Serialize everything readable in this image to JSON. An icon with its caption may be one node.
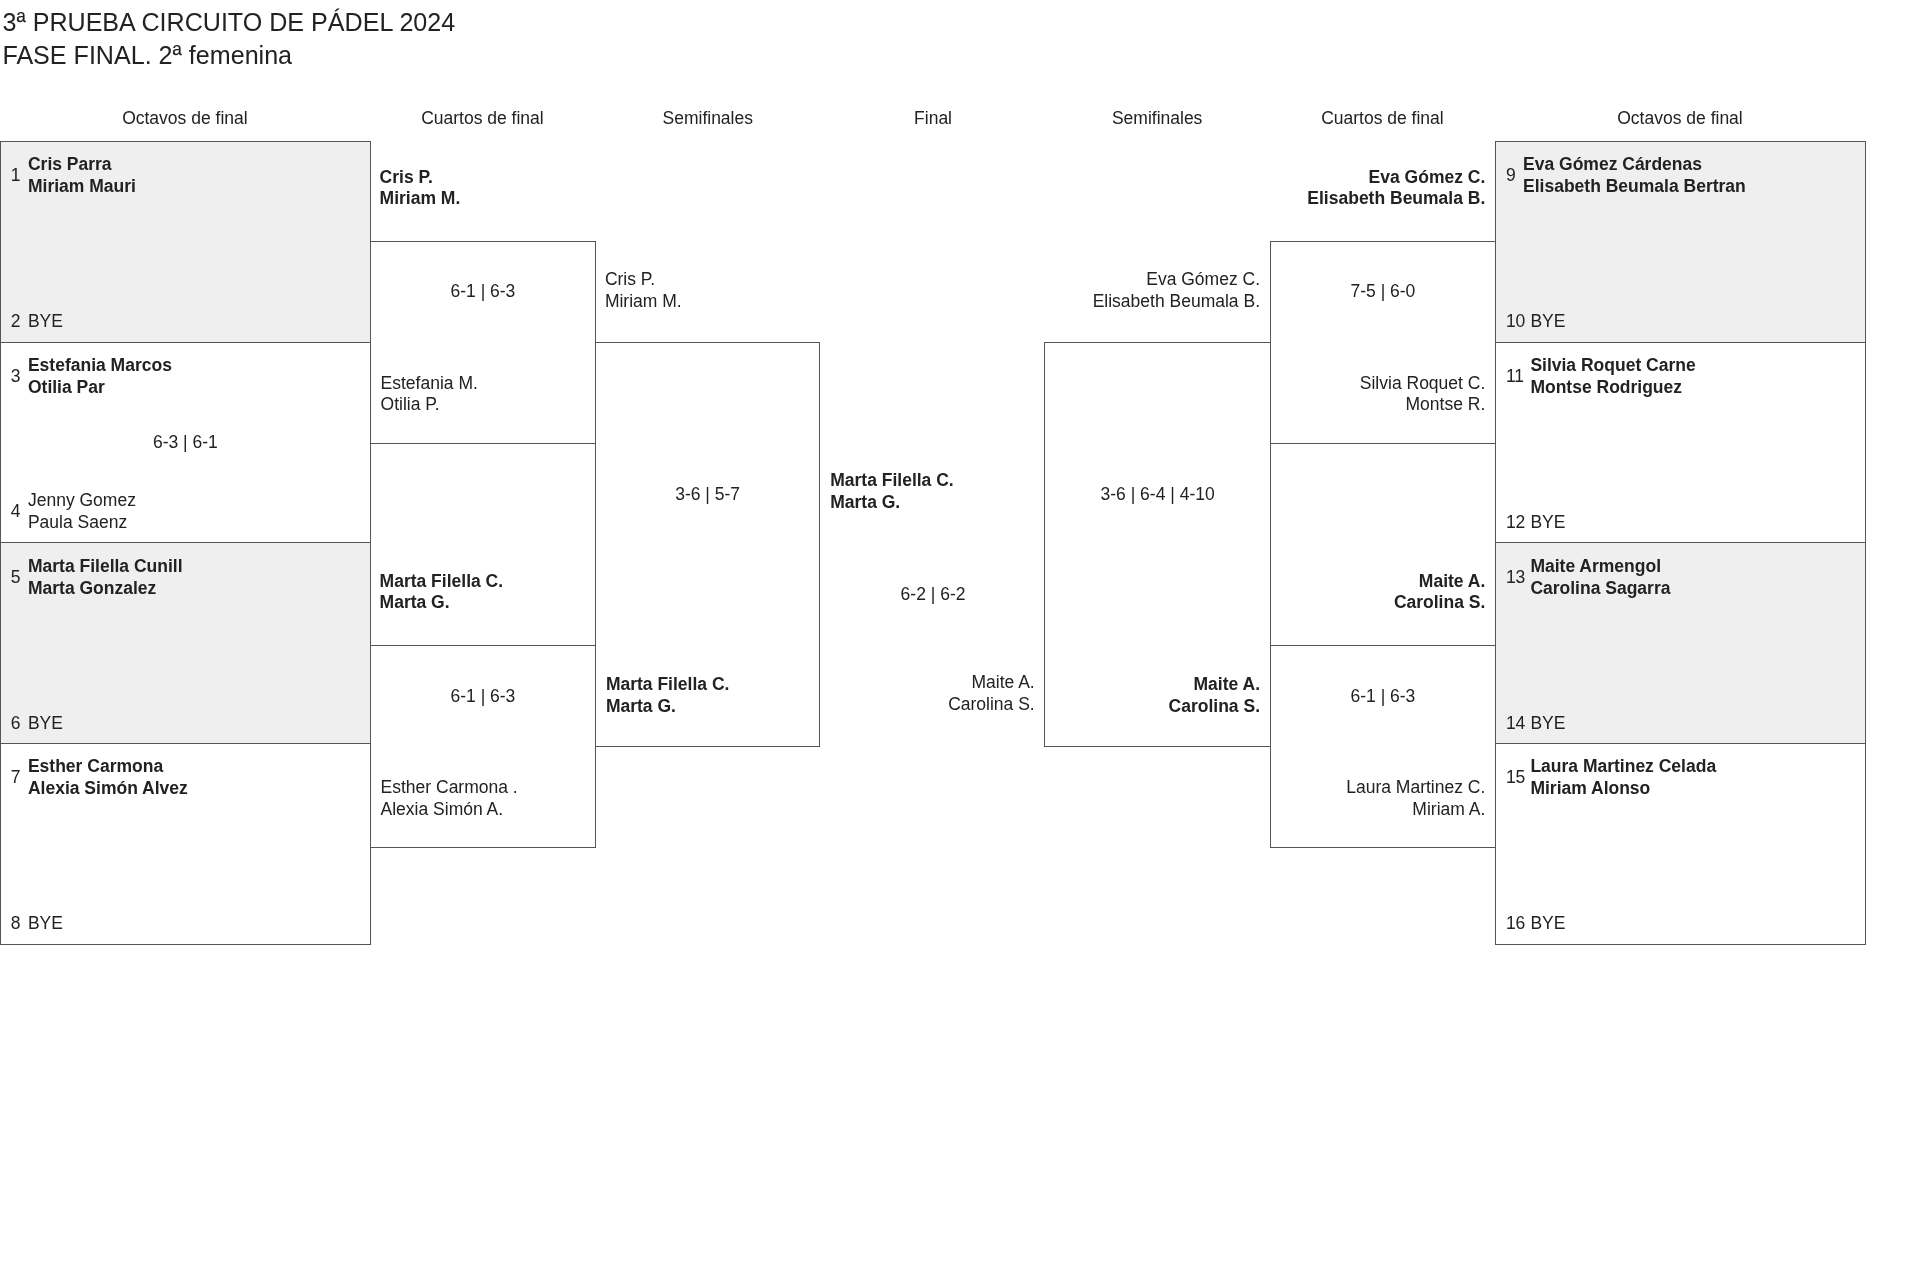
{
  "diagram": {
    "title": "3ª PRUEBA CIRCUITO DE PÁDEL 2024",
    "nodes": [
      {
        "text": [
          "1",
          "Cris Parra Miriam Mauri",
          "2",
          "BYE"
        ]
      },
      {
        "text": [
          "3",
          "Estefania Marcos Otilia Par",
          "6-3 | 6-1",
          "4",
          "Jenny Gomez Paula Saenz"
        ]
      },
      {
        "text": [
          "5",
          "Marta Filella Cunill Marta Gonzalez",
          "6",
          "BYE"
        ]
      },
      {
        "text": [
          "7",
          "Esther Carmona Alexia Simón Alvez",
          "8",
          "BYE"
        ]
      },
      {
        "text": [
          "6-1 | 6-3",
          "Estefania M. Otilia P."
        ]
      },
      {
        "text": [
          "6-1 | 6-3",
          "Esther Carmona . Alexia Simón A."
        ]
      },
      {
        "text": [
          "3-6 | 5-7",
          "Marta Filella C. Marta G."
        ]
      },
      {
        "text": [
          "3-6 | 6-4 | 4-10",
          "Maite A. Carolina S."
        ]
      },
      {
        "text": [
          "7-5 | 6-0",
          "Silvia Roquet C. Montse R."
        ]
      },
      {
        "text": [
          "6-1 | 6-3",
          "Laura Martinez C. Miriam A."
        ]
      },
      {
        "text": [
          "9",
          "Eva Gómez Cárdenas Elisabeth Beumala Bertran",
          "10",
          "BYE"
        ]
      },
      {
        "text": [
          "11",
          "Silvia Roquet Carne Montse Rodriguez",
          "12",
          "BYE"
        ]
      },
      {
        "text": [
          "13",
          "Maite Armengol Carolina Sagarra",
          "14",
          "BYE"
        ]
      },
      {
        "text": [
          "15",
          "Laura Martinez Celada Miriam Alonso",
          "16",
          "BYE"
        ]
      }
    ],
    "labels": [
      "FASE FINAL. 2ª femenina",
      "Octavos de final",
      "Cuartos de final",
      "Semifinales",
      "Final",
      "Semifinales",
      "Cuartos de final",
      "Octavos de final",
      "Cris P. Miriam M.",
      "Eva Gómez C. Elisabeth Beumala B.",
      "Cris P. Miriam M.",
      "Eva Gómez C. Elisabeth Beumala B.",
      "Marta Filella C. Marta G.",
      "Marta Filella C. Marta G.",
      "Maite A. Carolina S.",
      "6-2 | 6-2",
      "Maite A. Carolina S."
    ]
  }
}
